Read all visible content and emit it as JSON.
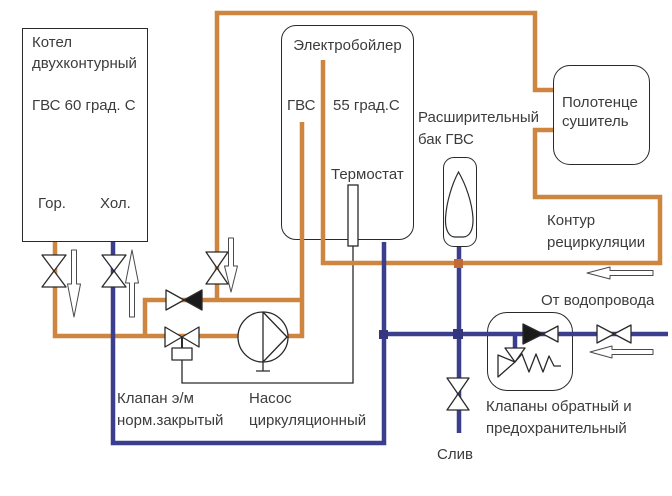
{
  "diagram_title": "DHW recirculation piping scheme",
  "colors": {
    "hot_pipe": "#CD8540",
    "cold_pipe": "#3B3E8C",
    "outline": "#2a2a2a",
    "text": "#3c3c3c"
  },
  "boiler": {
    "line1": "Котел",
    "line2": "двухконтурный",
    "line3": "ГВС 60 град. С",
    "port_hot": "Гор.",
    "port_cold": "Хол."
  },
  "electroboiler": {
    "title": "Электробойлер",
    "dhw_label": "ГВС",
    "temp_label": "55 град.С",
    "thermostat_label": "Термостат"
  },
  "expansion_tank": {
    "label_line1": "Расширительный",
    "label_line2": "бак ГВС"
  },
  "towel_dryer": {
    "line1": "Полотенце",
    "line2": "сушитель"
  },
  "recirculation": {
    "line1": "Контур",
    "line2": "рециркуляции"
  },
  "water_supply": {
    "label": "От водопровода"
  },
  "valve_group": {
    "line1": "Клапаны обратный и",
    "line2": "предохранительный"
  },
  "drain": {
    "label": "Слив"
  },
  "solenoid_valve": {
    "line1": "Клапан э/м",
    "line2": "норм.закрытый"
  },
  "pump": {
    "line1": "Насос",
    "line2": "циркуляционный"
  }
}
